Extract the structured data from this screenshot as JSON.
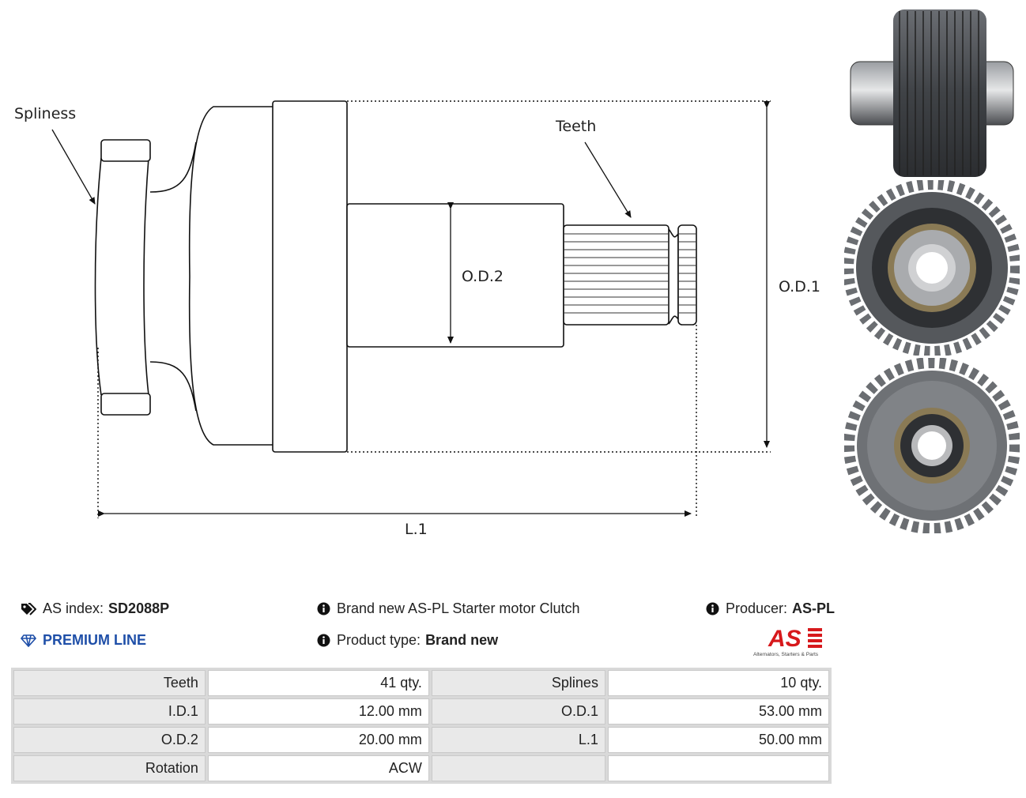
{
  "diagram": {
    "splines_label": "Spliness",
    "teeth_label": "Teeth",
    "od2_label": "O.D.2",
    "od1_label": "O.D.1",
    "l1_label": "L.1"
  },
  "photos": [
    "gear side view",
    "gear front view",
    "gear rear view"
  ],
  "info": {
    "index_label": "AS index:",
    "index_value": "SD2088P",
    "premium": "PREMIUM LINE",
    "description": "Brand new AS-PL Starter motor Clutch",
    "type_label": "Product type:",
    "type_value": "Brand new",
    "producer_label": "Producer:",
    "producer_value": "AS-PL",
    "logo_text": "AS",
    "logo_tagline": "Alternators, Starters & Parts"
  },
  "specs": [
    {
      "l1": "Teeth",
      "v1": "41 qty.",
      "l2": "Splines",
      "v2": "10 qty."
    },
    {
      "l1": "I.D.1",
      "v1": "12.00 mm",
      "l2": "O.D.1",
      "v2": "53.00 mm"
    },
    {
      "l1": "O.D.2",
      "v1": "20.00 mm",
      "l2": "L.1",
      "v2": "50.00 mm"
    },
    {
      "l1": "Rotation",
      "v1": "ACW",
      "l2": "",
      "v2": ""
    }
  ],
  "colors": {
    "accent": "#1f4fa8",
    "logo_red": "#d7191c",
    "metal": "#5f6266"
  }
}
